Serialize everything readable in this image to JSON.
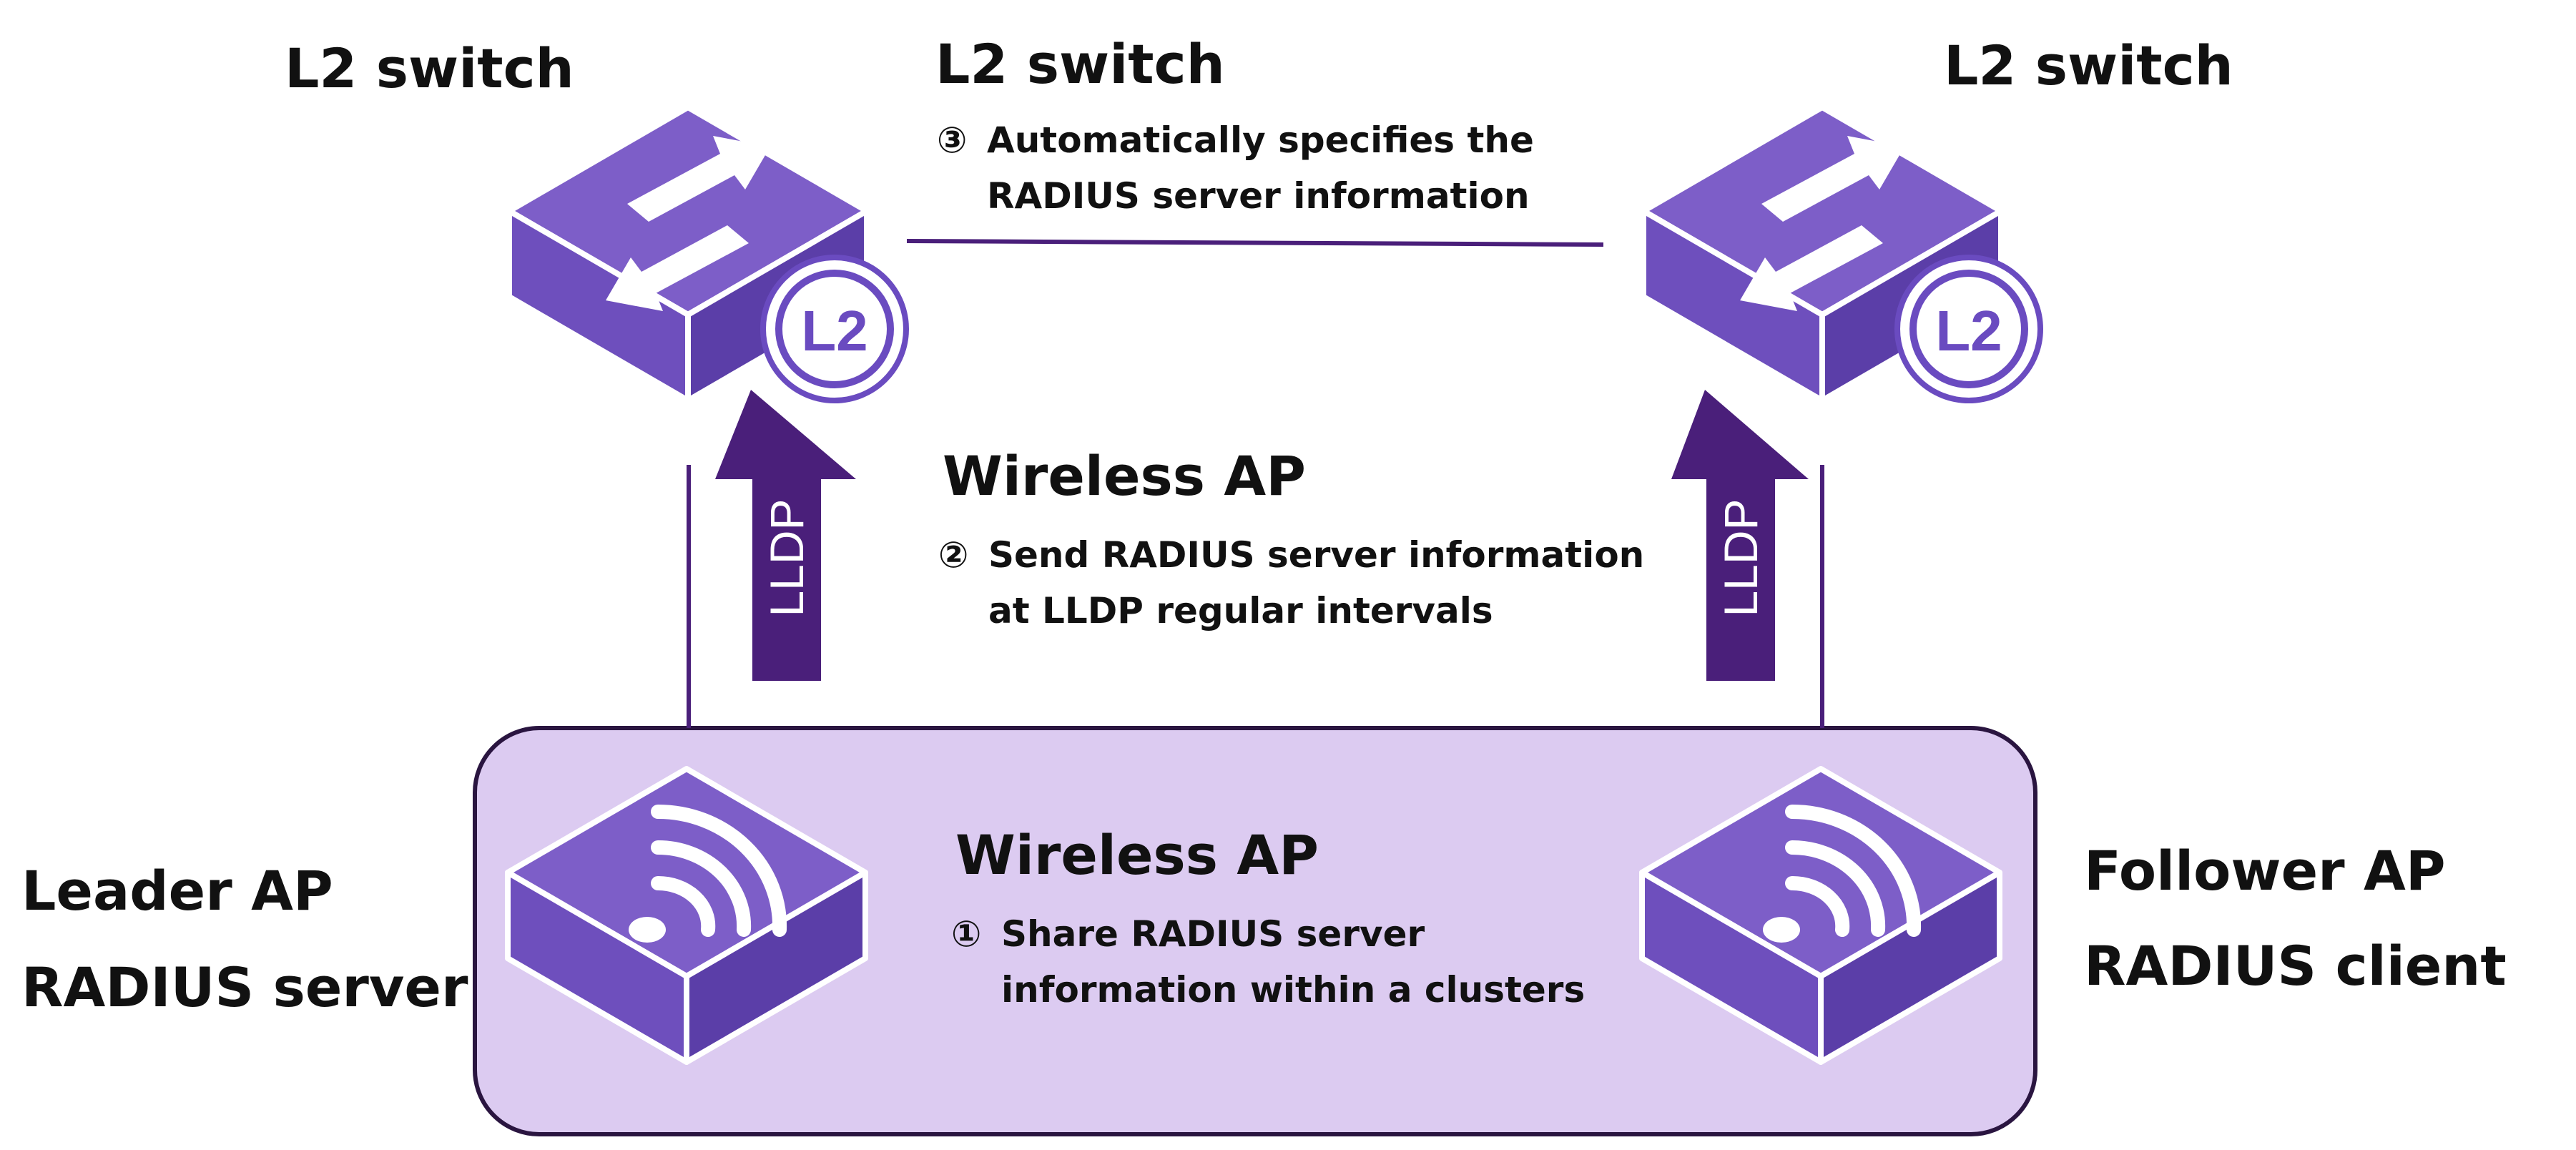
{
  "labels": {
    "switch_left": "L2 switch",
    "switch_center": "L2 switch",
    "switch_right": "L2 switch",
    "ap_center": "Wireless AP",
    "wireless_ap_section": "Wireless AP",
    "leader_line1": "Leader AP",
    "leader_line2": "RADIUS server",
    "follower_line1": "Follower AP",
    "follower_line2": "RADIUS client"
  },
  "steps": {
    "step1": {
      "num": "①",
      "line1": "Share RADIUS server",
      "line2": "information within a clusters"
    },
    "step2": {
      "num": "②",
      "line1": "Send RADIUS server information",
      "line2": "at LLDP regular intervals"
    },
    "step3": {
      "num": "③",
      "line1": "Automatically specifies the",
      "line2": "RADIUS server information"
    }
  },
  "badges": {
    "l2": "L2"
  },
  "arrows": {
    "left": "LLDP",
    "right": "LLDP"
  },
  "colors": {
    "device_top": "#7d5ec8",
    "device_left": "#6e4fbd",
    "device_right": "#5b3ea8",
    "arrow": "#4a1f7a",
    "line": "#4a1f7a",
    "cluster_fill": "#dccbf1",
    "cluster_stroke": "#2a1540",
    "badge_text": "#6a4bc0"
  }
}
